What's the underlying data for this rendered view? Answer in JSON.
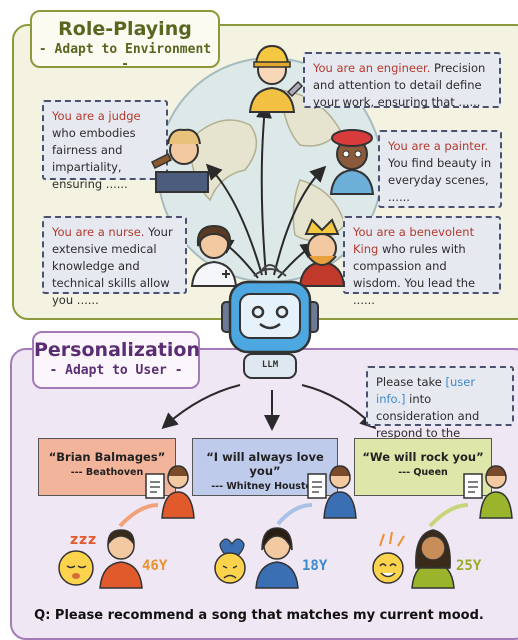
{
  "role_playing": {
    "title": "Role-Playing",
    "subtitle": "- Adapt to Environment -",
    "cards": {
      "engineer": {
        "highlight": "You are an engineer.",
        "text": " Precision and attention to detail define your work, ensuring that ......"
      },
      "judge": {
        "highlight": "You are a judge",
        "text": " who embodies fairness and impartiality, ensuring ......"
      },
      "painter": {
        "highlight": "You are a painter.",
        "text": " You find beauty in everyday scenes, ......"
      },
      "nurse": {
        "highlight": "You are a nurse.",
        "text": " Your extensive medical knowledge and technical skills allow you ......"
      },
      "king": {
        "highlight": "You are a benevolent King",
        "text": " who rules with compassion and wisdom. You lead the ......"
      }
    }
  },
  "robot": {
    "label": "LLM"
  },
  "personalization": {
    "title": "Personalization",
    "subtitle": "- Adapt to User -",
    "prompt": {
      "before": "Please take ",
      "highlight": "[user info.]",
      "after": " into consideration and respond to the question: [Q.]"
    },
    "songs": [
      {
        "lyric": "“Brian Balmages”",
        "artist": "--- Beathoven"
      },
      {
        "lyric": "“I will always love you”",
        "artist": "--- Whitney Houston"
      },
      {
        "lyric": "“We will rock you”",
        "artist": "--- Queen"
      }
    ],
    "users": [
      {
        "age": "46Y",
        "sleep": "z z z"
      },
      {
        "age": "18Y"
      },
      {
        "age": "25Y"
      }
    ],
    "question": "Q: Please recommend a song that matches my current mood."
  },
  "colors": {
    "rp_bg": "#f4f3e2",
    "rp_border": "#8c9a3c",
    "pz_bg": "#efe7f3",
    "pz_border": "#a57ab8",
    "song1": "#f2b49b",
    "song2": "#bfcbea",
    "song3": "#dfe6aa",
    "age1": "#e9922e",
    "age2": "#3d8acb",
    "age3": "#9aab2b"
  }
}
